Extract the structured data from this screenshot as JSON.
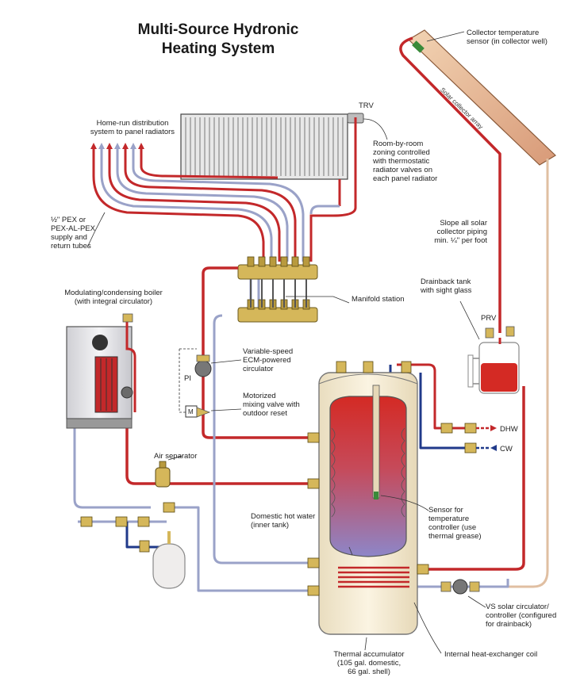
{
  "title": {
    "line1": "Multi-Source Hydronic",
    "line2": "Heating System"
  },
  "colors": {
    "supply_red": "#c3282a",
    "return_gray": "#9aa2c8",
    "solar_tan": "#e8c7a7",
    "tank_hot": "#d8322a",
    "tank_cool": "#8a86c9",
    "tank_shell": "#f4ead2",
    "brass": "#d5b75a",
    "expansion_tank": "#efedec"
  },
  "labels": {
    "home_run": "Home-run distribution\nsystem to panel radiators",
    "trv": "TRV",
    "room_zoning": "Room-by-room\nzoning controlled\nwith thermostatic\nradiator valves on\neach panel radiator",
    "pex": "½\" PEX or\nPEX-AL-PEX\nsupply and\nreturn tubes",
    "boiler": "Modulating/condensing boiler\n(with integral circulator)",
    "manifold": "Manifold station",
    "circulator": "Variable-speed\nECM-powered\ncirculator",
    "pi": "PI",
    "mixing_valve": "Motorized\nmixing valve with\noutdoor reset",
    "mixing_valve_m": "M",
    "air_separator": "Air separator",
    "collector_sensor": "Collector temperature\nsensor (in collector well)",
    "solar_array": "Solar collector array",
    "slope": "Slope all solar\ncollector piping\nmin. ¼\" per foot",
    "drainback": "Drainback tank\nwith sight glass",
    "prv": "PRV",
    "dhw": "DHW",
    "cw": "CW",
    "domestic_hot_water": "Domestic hot water\n(inner tank)",
    "sensor": "Sensor for\ntemperature\ncontroller (use\nthermal grease)",
    "vs_solar": "VS solar circulator/\ncontroller (configured\nfor drainback)",
    "thermal_accumulator": "Thermal accumulator\n(105 gal. domestic,\n66 gal. shell)",
    "hx_coil": "Internal heat-exchanger coil"
  }
}
